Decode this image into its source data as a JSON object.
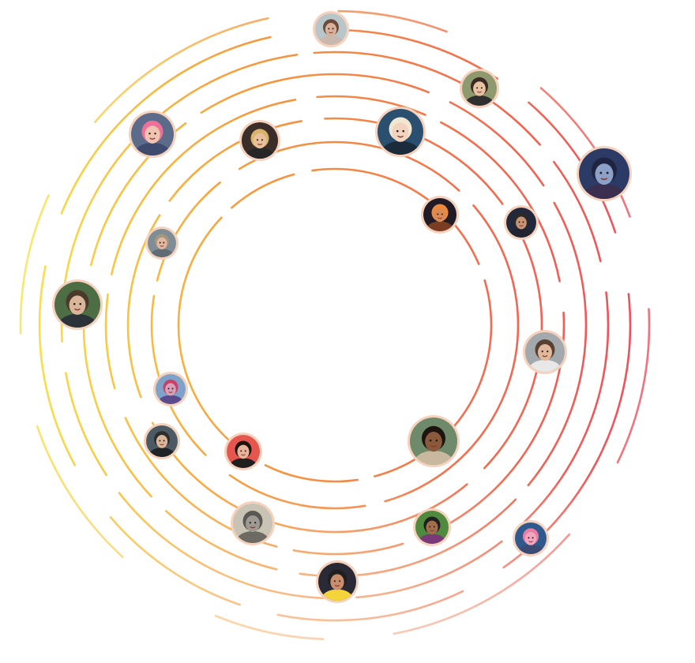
{
  "colors": {
    "yellow": "#f9e14b",
    "orange": "#f79a3c",
    "coral": "#f2704f",
    "red": "#ef4b5f",
    "pink": "#f2a3b4",
    "avatar_ring": "#f6d2bd"
  },
  "avatars": [
    {
      "name": "avatar-woman-eyes-closed",
      "skin": "#d9b09a",
      "hair": "#6b4a3a",
      "bg": "#b8c6c9",
      "shirt": "#c9b8ad"
    },
    {
      "name": "avatar-woman-glasses",
      "skin": "#e7c2a3",
      "hair": "#3b2a22",
      "bg": "#8e9a6e",
      "shirt": "#2f2f2f"
    },
    {
      "name": "avatar-fantasy-warrior",
      "skin": "#8da0c8",
      "hair": "#1f2540",
      "bg": "#2b3b66",
      "shirt": "#3a2f4e"
    },
    {
      "name": "avatar-pink-hair-woman",
      "skin": "#f0c4b0",
      "hair": "#ee6f98",
      "bg": "#5c6b8a",
      "shirt": "#3f4b6e"
    },
    {
      "name": "avatar-gamer-headset-boy",
      "skin": "#e8c19c",
      "hair": "#d8b36b",
      "bg": "#3b2d2a",
      "shirt": "#262626"
    },
    {
      "name": "avatar-blonde-headset-girl",
      "skin": "#f1d3c0",
      "hair": "#f1e6cf",
      "bg": "#2b4f6f",
      "shirt": "#1c2b3c"
    },
    {
      "name": "avatar-vr-goggles-player",
      "skin": "#d98a55",
      "hair": "#f08a3a",
      "bg": "#201b24",
      "shirt": "#7a3d22"
    },
    {
      "name": "avatar-bearded-man-dark",
      "skin": "#c89474",
      "hair": "#2a2a2a",
      "bg": "#23283a",
      "shirt": "#1f2430"
    },
    {
      "name": "avatar-sunglasses-man",
      "skin": "#e2b8a0",
      "hair": "#a7967f",
      "bg": "#7f8d96",
      "shirt": "#5f6c74"
    },
    {
      "name": "avatar-man-green-hoodie",
      "skin": "#d9b59a",
      "hair": "#4a3a2a",
      "bg": "#4d6d45",
      "shirt": "#2c3338"
    },
    {
      "name": "avatar-long-hair-man",
      "skin": "#e0b99c",
      "hair": "#5a4030",
      "bg": "#a4a9ae",
      "shirt": "#e8e8e8"
    },
    {
      "name": "avatar-colorful-character",
      "skin": "#d9a0b8",
      "hair": "#c9406a",
      "bg": "#7fa2c9",
      "shirt": "#5a4a8e"
    },
    {
      "name": "avatar-esports-player",
      "skin": "#d9b59a",
      "hair": "#2d2d2d",
      "bg": "#4c5a63",
      "shirt": "#1e2326"
    },
    {
      "name": "avatar-laughing-woman",
      "skin": "#e6b59a",
      "hair": "#1f1410",
      "bg": "#e5564f",
      "shirt": "#1f1f1f"
    },
    {
      "name": "avatar-curly-hair-woman",
      "skin": "#8a5a3c",
      "hair": "#1e140f",
      "bg": "#6e8a6a",
      "shirt": "#c9b8a0"
    },
    {
      "name": "avatar-knight-helmet",
      "skin": "#9c9a93",
      "hair": "#5a5852",
      "bg": "#c9c3b5",
      "shirt": "#6c6a63"
    },
    {
      "name": "avatar-cap-man-green",
      "skin": "#a26f4e",
      "hair": "#1f1f1f",
      "bg": "#4f8a3e",
      "shirt": "#7a3a7a"
    },
    {
      "name": "avatar-pig-character",
      "skin": "#f2a6c0",
      "hair": "#e77fa4",
      "bg": "#2f5a8e",
      "shirt": "#3c4b74"
    },
    {
      "name": "avatar-headset-gamer-yellow",
      "skin": "#c98f6c",
      "hair": "#1f1f1f",
      "bg": "#2a2a36",
      "shirt": "#f4d43a"
    }
  ]
}
